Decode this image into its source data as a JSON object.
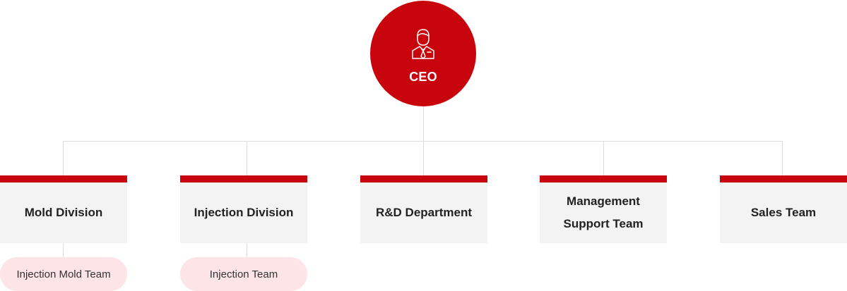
{
  "ceo": {
    "label": "CEO",
    "icon": "businessman-icon"
  },
  "departments": [
    {
      "label": "Mold Division"
    },
    {
      "label": "Injection Division"
    },
    {
      "label": "R&D Department"
    },
    {
      "label": "Management\nSupport Team"
    },
    {
      "label": "Sales Team"
    }
  ],
  "teams": [
    {
      "label": "Injection Mold Team"
    },
    {
      "label": "Injection Team"
    }
  ],
  "colors": {
    "accent": "#c8050c",
    "box_bg": "#f3f3f3",
    "team_bg": "#fde4e6",
    "connector": "#dcdcdc"
  }
}
